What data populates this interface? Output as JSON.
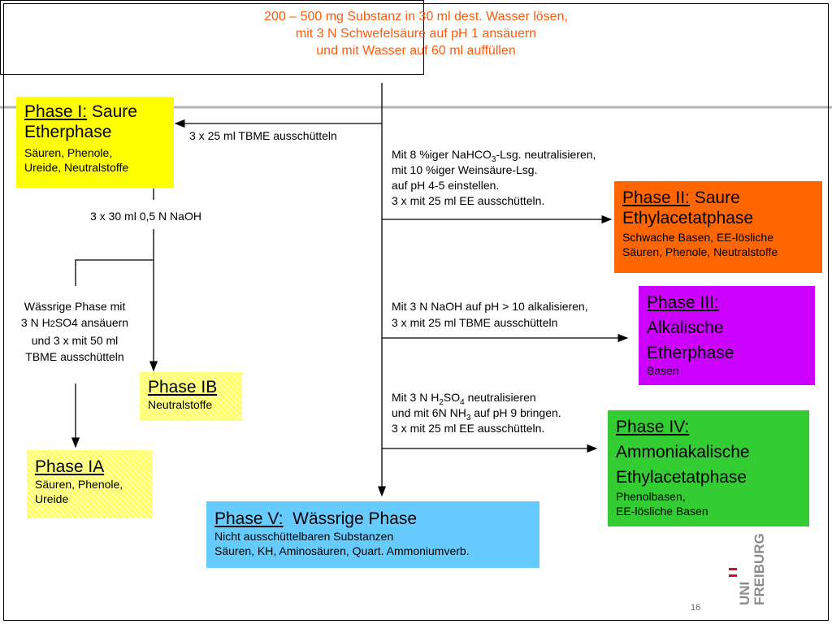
{
  "top": {
    "line1": "200 – 500 mg Substanz in 30 ml dest. Wasser lösen,",
    "line2": "mit 3 N Schwefelsäure auf pH 1 ansäuern",
    "line3": "und mit Wasser auf 60 ml auffüllen"
  },
  "phase1": {
    "label": "Phase I:",
    "title_rest": " Saure",
    "title2": "Etherphase",
    "desc1": "Säuren, Phenole,",
    "desc2": "Ureide, Neutralstoffe"
  },
  "phase2": {
    "label": "Phase  II:",
    "title_rest": " Saure",
    "title2": "Ethylacetatphase",
    "desc1": "Schwache Basen, EE-lösliche",
    "desc2": "Säuren, Phenole, Neutralstoffe"
  },
  "phase3": {
    "label": "Phase III:",
    "title2": "Alkalische",
    "title3": "Etherphase",
    "desc1": "Basen"
  },
  "phase4": {
    "label": "Phase IV:",
    "title2": "Ammoniakalische",
    "title3": "Ethylacetatphase",
    "desc1": "Phenolbasen,",
    "desc2": "EE-lösliche Basen"
  },
  "phase5": {
    "label": "Phase V:",
    "title_rest": "  Wässrige Phase",
    "desc1": "Nicht ausschüttelbaren Substanzen",
    "desc2": "Säuren, KH, Aminosäuren, Quart. Ammoniumverb."
  },
  "phaseIB": {
    "label": "Phase IB",
    "desc1": "Neutralstoffe"
  },
  "phaseIA": {
    "label": "Phase IA",
    "desc1": "Säuren, Phenole,",
    "desc2": "Ureide"
  },
  "steps": {
    "tbme": "3 x 25 ml TBME ausschütteln",
    "naoh": "3 x 30 ml 0,5 N NaOH",
    "aq1": "Wässrige Phase mit",
    "aq2a": "3 N H",
    "aq2sub": "2",
    "aq2b": "SO4 ansäuern",
    "aq3": "und 3 x mit 50 ml",
    "aq4": "TBME ausschütteln",
    "s2_1a": "Mit 8 %iger NaHCO",
    "s2_1sub": "3",
    "s2_1b": "-Lsg. neutralisieren,",
    "s2_2": "mit 10 %iger Weinsäure-Lsg.",
    "s2_3": "auf pH 4-5 einstellen.",
    "s2_4": "3 x mit 25 ml EE ausschütteln.",
    "s3_1": "Mit 3 N NaOH auf pH > 10 alkalisieren,",
    "s3_2": "3 x mit 25 ml TBME  ausschütteln",
    "s4_1a": "Mit 3 N H",
    "s4_1sub1": "2",
    "s4_1b": "SO",
    "s4_1sub2": "4",
    "s4_1c": " neutralisieren",
    "s4_2a": "und mit 6N NH",
    "s4_2sub": "3",
    "s4_2b": " auf pH 9 bringen.",
    "s4_3": "3 x mit 25 ml EE ausschütteln."
  },
  "logo": {
    "part1": "UNI",
    "part2": "FREIBURG"
  },
  "page_number": "16",
  "colors": {
    "top_text": "#ff5a0a",
    "phase1_bg": "#ffff00",
    "phase2_bg": "#ff6600",
    "phase3_bg": "#cc00ff",
    "phase4_bg": "#33cc33",
    "phase5_bg": "#66ccff",
    "phaseIA_IB_bg": "#ffff66",
    "logo_red": "#c8102e"
  }
}
